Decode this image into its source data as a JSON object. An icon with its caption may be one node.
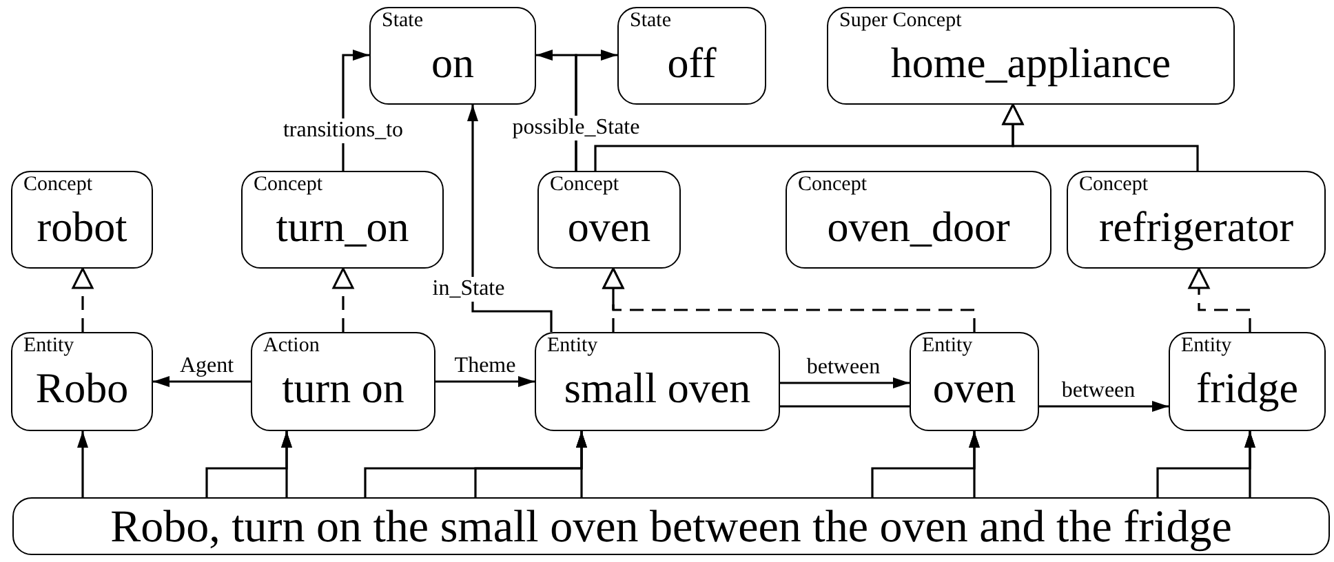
{
  "diagram": {
    "nodes": [
      {
        "text": [
          "State",
          "on"
        ]
      },
      {
        "text": [
          "State",
          "off"
        ]
      },
      {
        "text": [
          "Super Concept",
          "home_appliance"
        ]
      },
      {
        "text": [
          "Concept",
          "robot"
        ]
      },
      {
        "text": [
          "Concept",
          "turn_on"
        ]
      },
      {
        "text": [
          "Concept",
          "oven"
        ]
      },
      {
        "text": [
          "Concept",
          "oven_door"
        ]
      },
      {
        "text": [
          "Concept",
          "refrigerator"
        ]
      },
      {
        "text": [
          "Entity",
          "Robo"
        ]
      },
      {
        "text": [
          "Action",
          "turn on"
        ]
      },
      {
        "text": [
          "Entity",
          "small oven"
        ]
      },
      {
        "text": [
          "Entity",
          "oven"
        ]
      },
      {
        "text": [
          "Entity",
          "fridge"
        ]
      },
      {
        "text": [
          "Robo, turn on the small oven between the oven and the fridge"
        ]
      }
    ],
    "edges": [
      {
        "from": 4,
        "to": 0,
        "arrow": "to",
        "label": "transitions_to"
      },
      {
        "from": 10,
        "to": 0,
        "arrow": "to",
        "label": "in_State"
      },
      {
        "from": 5,
        "to": 0,
        "arrow": "to",
        "label": "possible_State"
      },
      {
        "from": 5,
        "to": 1,
        "arrow": "to"
      },
      {
        "from": 5,
        "to": 2,
        "arrow": "to"
      },
      {
        "from": 7,
        "to": 2,
        "arrow": "to"
      },
      {
        "from": 8,
        "to": 3,
        "arrow": "to",
        "style": "dashed"
      },
      {
        "from": 9,
        "to": 4,
        "arrow": "to",
        "style": "dashed"
      },
      {
        "from": 10,
        "to": 5,
        "arrow": "to",
        "style": "dashed"
      },
      {
        "from": 11,
        "to": 5,
        "arrow": "to",
        "style": "dashed"
      },
      {
        "from": 12,
        "to": 7,
        "arrow": "to",
        "style": "dashed"
      },
      {
        "from": 9,
        "to": 8,
        "arrow": "to",
        "label": "Agent"
      },
      {
        "from": 9,
        "to": 10,
        "arrow": "to",
        "label": "Theme"
      },
      {
        "from": 10,
        "to": 11,
        "arrow": "to",
        "label": "between"
      },
      {
        "from": 11,
        "to": 12,
        "arrow": "to",
        "label": "between"
      },
      {
        "from": 13,
        "to": 8,
        "arrow": "to"
      },
      {
        "from": 13,
        "to": 9,
        "arrow": "to"
      },
      {
        "from": 13,
        "to": 9,
        "arrow": "to"
      },
      {
        "from": 13,
        "to": 10,
        "arrow": "to"
      },
      {
        "from": 13,
        "to": 10,
        "arrow": "to"
      },
      {
        "from": 13,
        "to": 10,
        "arrow": "to"
      },
      {
        "from": 13,
        "to": 11,
        "arrow": "to"
      },
      {
        "from": 13,
        "to": 11,
        "arrow": "to"
      },
      {
        "from": 13,
        "to": 12,
        "arrow": "to"
      },
      {
        "from": 13,
        "to": 12,
        "arrow": "to"
      },
      {
        "from": 10,
        "to": 11,
        "arrow": "none"
      }
    ]
  }
}
